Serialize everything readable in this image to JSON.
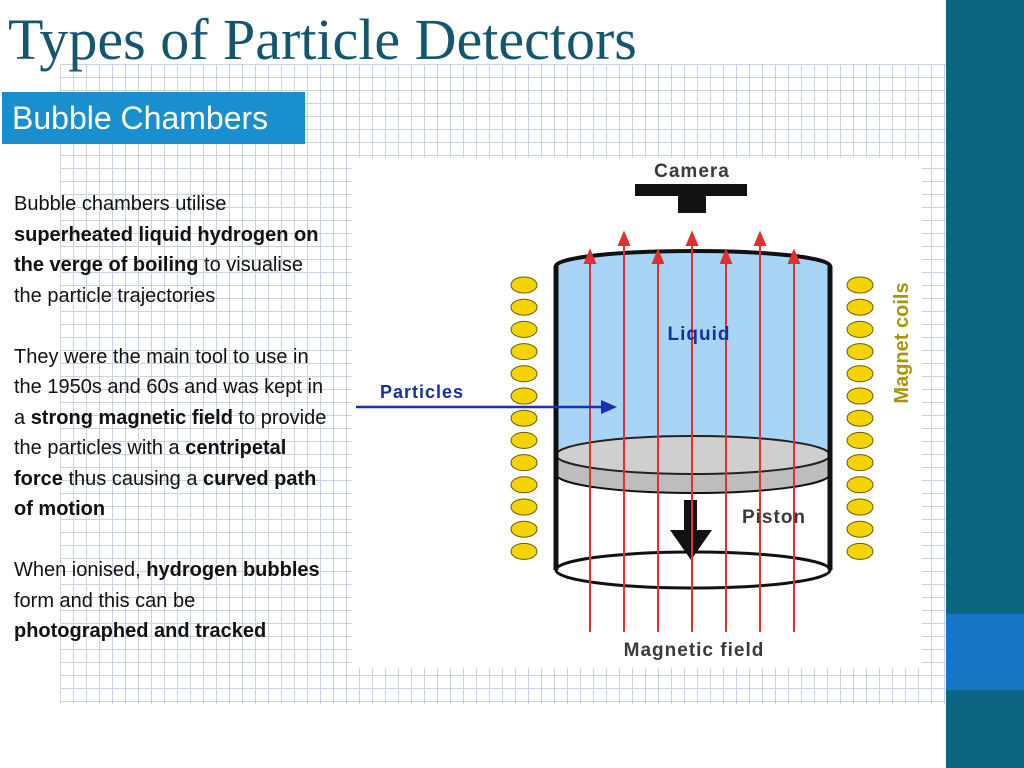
{
  "slide": {
    "title": "Types of Particle Detectors",
    "subtitle": "Bubble Chambers"
  },
  "paragraphs": [
    [
      {
        "t": "Bubble chambers utilise ",
        "b": false
      },
      {
        "t": "superheated liquid hydrogen on the verge of boiling",
        "b": true
      },
      {
        "t": " to visualise the particle trajectories",
        "b": false
      }
    ],
    [
      {
        "t": "They were the main tool to use in the 1950s and 60s and was kept in a ",
        "b": false
      },
      {
        "t": "strong magnetic field",
        "b": true
      },
      {
        "t": " to provide the particles with a ",
        "b": false
      },
      {
        "t": "centripetal force",
        "b": true
      },
      {
        "t": " thus causing a ",
        "b": false
      },
      {
        "t": "curved path of motion",
        "b": true
      }
    ],
    [
      {
        "t": "When ionised, ",
        "b": false
      },
      {
        "t": "hydrogen bubbles",
        "b": true
      },
      {
        "t": " form and this can be ",
        "b": false
      },
      {
        "t": "photographed and tracked",
        "b": true
      }
    ]
  ],
  "diagram": {
    "labels": {
      "camera": "Camera",
      "liquid": "Liquid",
      "particles": "Particles",
      "piston": "Piston",
      "magnetic_field": "Magnetic field",
      "magnet_coils": "Magnet coils"
    },
    "colors": {
      "liquid": "#a8d4f5",
      "piston": "#bdbdbd",
      "field_lines": "#e03030",
      "coils": "#f4d400",
      "coil_label": "#a8960a",
      "diagram_text": "#3a3a3a",
      "liquid_text": "#1a2f9e",
      "particle_arrow": "#1a2fb5"
    }
  },
  "theme": {
    "title_color": "#14566e",
    "subtitle_bg": "#1a8fcf",
    "sidebar": "#0c6583",
    "sidebar_accent": "#1677c9"
  }
}
